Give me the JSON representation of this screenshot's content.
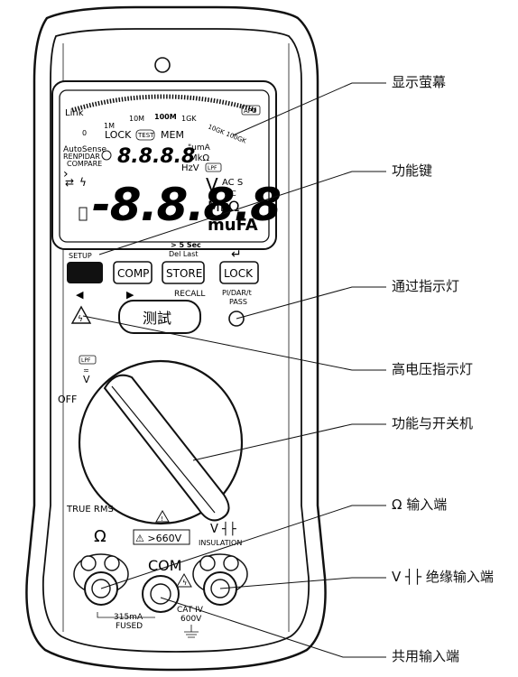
{
  "callouts": {
    "display": "显示萤幕",
    "function_key": "功能键",
    "pass_led": "通过指示灯",
    "hv_led": "高电压指示灯",
    "switch": "功能与开关机",
    "ohm_input": "Ω 输入端",
    "v_input": "V ┤├ 绝缘输入端",
    "com_input": "共用输入端"
  },
  "lcd": {
    "link": "Link",
    "apo": "APO",
    "scale_0": "0",
    "scale_1m": "1M",
    "scale_10m": "10M",
    "scale_100m": "100M",
    "scale_1gk": "1GK",
    "scale_10gk": "10GK",
    "scale_100gk": "100GK",
    "lock": "LOCK",
    "test": "TEST",
    "mem": "MEM",
    "autosense": "AutoSense",
    "renpidar": "RENPIDAR",
    "compare": "COMPARE",
    "small_digits": "8.8.8.8",
    "unit_uma": "\"umA",
    "unit_mkohm": "MkΩ",
    "unit_hz": "HzV",
    "lpf": "LPF",
    "big_digits": "-8.8.8.8",
    "unit_v": "V",
    "unit_ac": "AC S",
    "unit_dc": "DC",
    "unit_mkohm_big": "MkΩ",
    "unit_mfa": "muFA"
  },
  "buttons": {
    "setup_label": "SETUP",
    "comp": "COMP",
    "store": "STORE",
    "store_top1": "> 5 Sec",
    "store_top2": "Del Last",
    "recall": "RECALL",
    "lock": "LOCK",
    "lock_sub1": "PI/DAR/t",
    "lock_sub2": "PASS",
    "test": "测試"
  },
  "dial": {
    "lpf": "LPF",
    "v": "V",
    "off": "OFF"
  },
  "terminals": {
    "true_rms": "TRUE RMS",
    "ohm": "Ω",
    "warning": "⚠ >660V",
    "v_ins": "V ┤├",
    "insulation": "INSULATION",
    "com": "COM",
    "fuse1": "315mA",
    "fuse2": "FUSED",
    "cat1": "CAT IV",
    "cat2": "600V"
  }
}
